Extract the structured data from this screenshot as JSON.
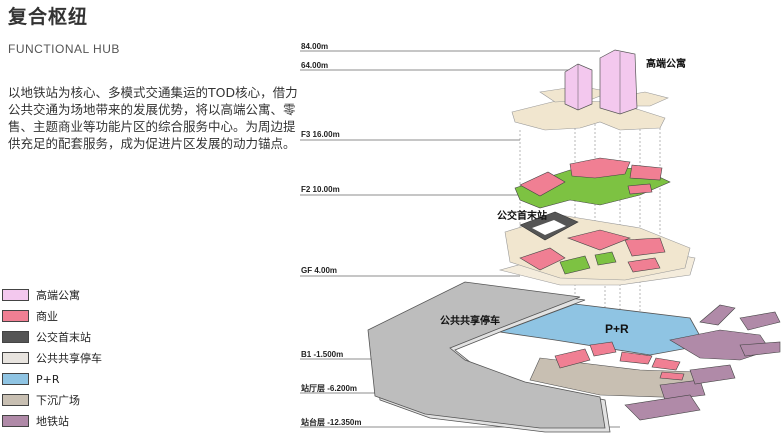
{
  "title": "复合枢纽",
  "subtitle": "FUNCTIONAL HUB",
  "description": "以地铁站为核心、多模式交通集运的TOD核心，借力公共交通为场地带来的发展优势，将以高端公寓、零售、主题商业等功能片区的综合服务中心。为周边提供充足的配套服务，成为促进片区发展的动力锚点。",
  "legend": [
    {
      "label": "高端公寓",
      "color": "#f3c8ee"
    },
    {
      "label": "商业",
      "color": "#f07f93"
    },
    {
      "label": "公交首末站",
      "color": "#555555"
    },
    {
      "label": "公共共享停车",
      "color": "#e8e4df"
    },
    {
      "label": "P+R",
      "color": "#8fc4e3"
    },
    {
      "label": "下沉广场",
      "color": "#c8bfb2"
    },
    {
      "label": "地铁站",
      "color": "#b08aa8"
    }
  ],
  "levels": {
    "l84": "84.00m",
    "l64": "64.00m",
    "f3": "F3 16.00m",
    "f2": "F2 10.00m",
    "gf": "GF 4.00m",
    "b1": "B1 -1.500m",
    "concourse": "站厅层 -6.200m",
    "platform": "站台层 -12.350m"
  },
  "tags": {
    "apartments": "高端公寓",
    "bus_terminal": "公交首末站",
    "parking": "公共共享停车",
    "pr": "P+R"
  },
  "colors": {
    "apartment": "#f3c8ee",
    "retail": "#f07f93",
    "bus": "#555555",
    "parking": "#e8e4df",
    "pr": "#8fc4e3",
    "sunken": "#c8bfb2",
    "metro": "#b08aa8",
    "green": "#7dc242",
    "gray_slab": "#bdbdbd",
    "podium": "#f1e6cf"
  }
}
